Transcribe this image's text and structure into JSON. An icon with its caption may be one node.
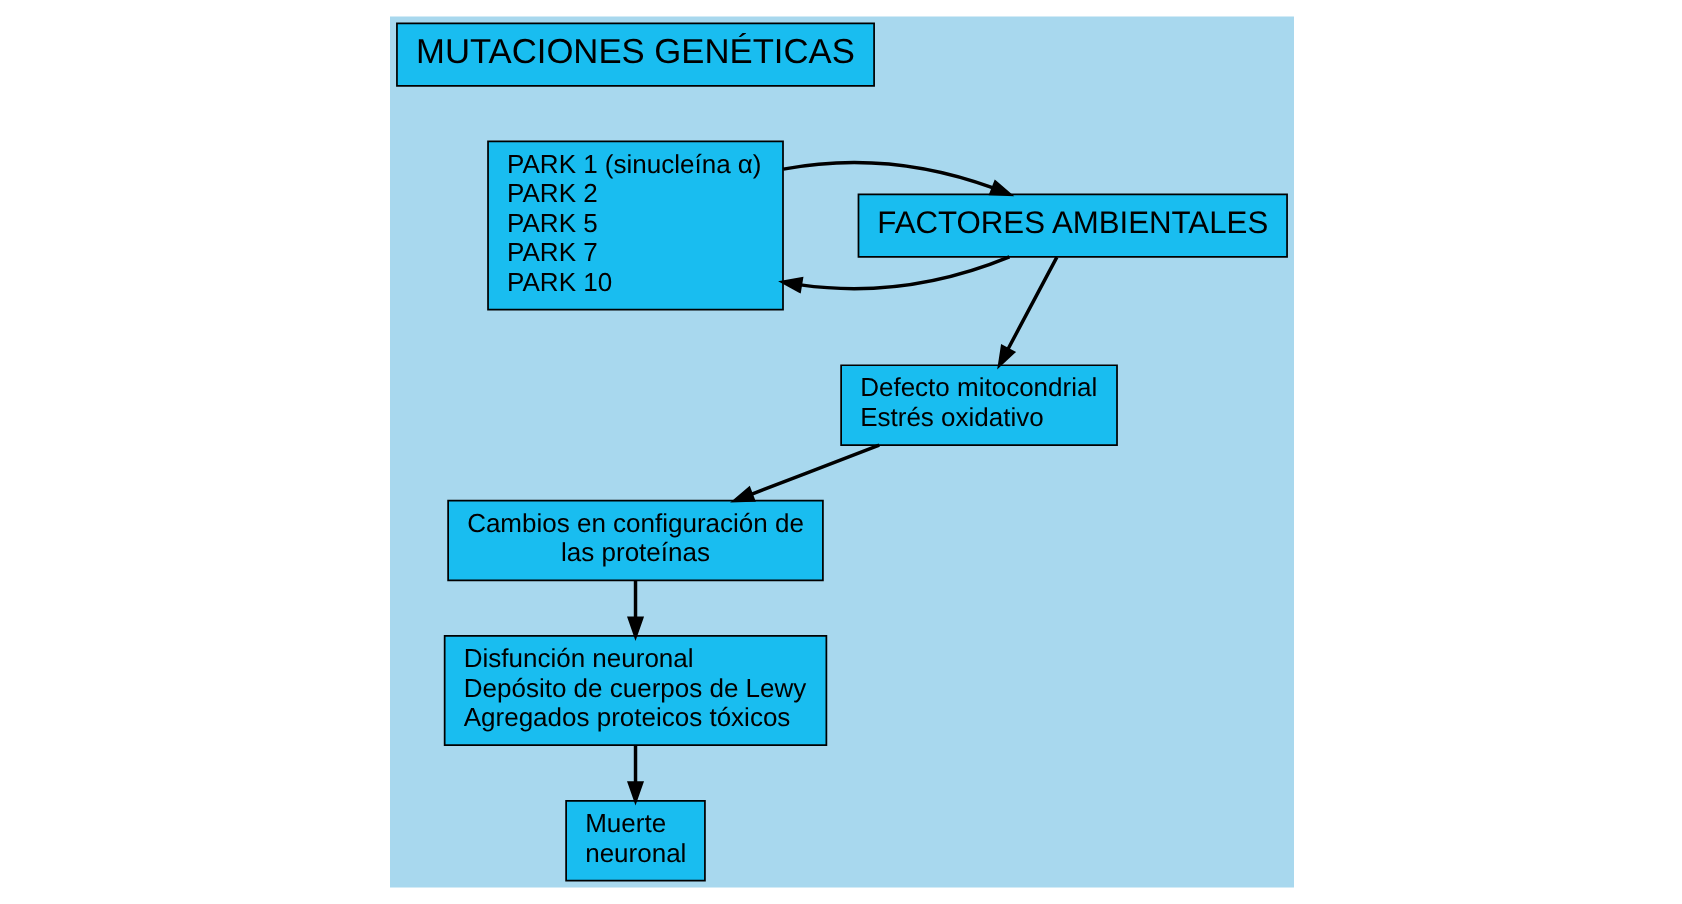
{
  "diagram": {
    "nodes": [
      {
        "text": [
          "MUTACIONES GENÉTICAS"
        ]
      },
      {
        "text": [
          "PARK 1 (sinucleína α)",
          "PARK 2",
          "PARK 5",
          "PARK 7",
          "PARK 10"
        ]
      },
      {
        "text": [
          "FACTORES AMBIENTALES"
        ]
      },
      {
        "text": [
          "Defecto mitocondrial",
          "Estrés oxidativo"
        ]
      },
      {
        "text": [
          "Cambios en configuración de las proteínas"
        ]
      },
      {
        "text": [
          "Disfunción neuronal",
          "Depósito de cuerpos de Lewy",
          "Agregados proteicos tóxicos"
        ]
      },
      {
        "text": [
          "Muerte neuronal"
        ]
      }
    ],
    "edges": [
      {
        "from": 2,
        "to": 1,
        "arrow": "to"
      },
      {
        "from": 1,
        "to": 2,
        "arrow": "to"
      },
      {
        "from": 2,
        "to": 3,
        "arrow": "to"
      },
      {
        "from": 3,
        "to": 4,
        "arrow": "to"
      },
      {
        "from": 4,
        "to": 5,
        "arrow": "to"
      },
      {
        "from": 5,
        "to": 6,
        "arrow": "to"
      }
    ]
  }
}
